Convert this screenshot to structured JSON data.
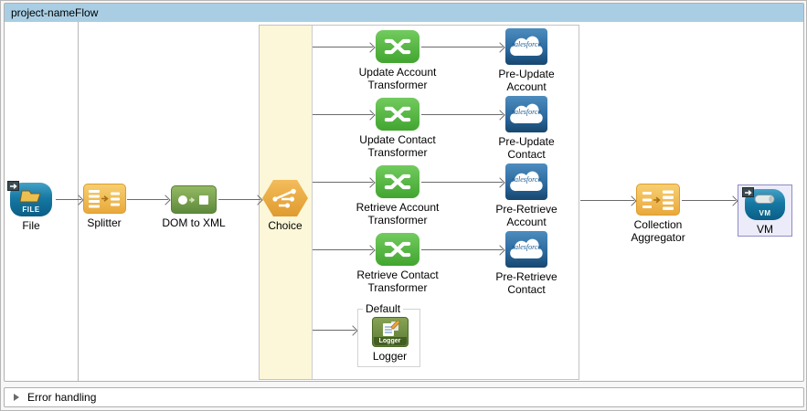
{
  "header": {
    "title": "project-nameFlow"
  },
  "error_handling": {
    "label": "Error handling"
  },
  "nodes": {
    "file": "File",
    "splitter": "Splitter",
    "dom_to_xml": "DOM to XML",
    "choice": "Choice",
    "collection_aggregator": "Collection Aggregator",
    "vm": "VM"
  },
  "branches": [
    {
      "transformer_label": "Update Account Transformer",
      "endpoint_label": "Pre-Update Account"
    },
    {
      "transformer_label": "Update Contact Transformer",
      "endpoint_label": "Pre-Update Contact"
    },
    {
      "transformer_label": "Retrieve Account Transformer",
      "endpoint_label": "Pre-Retrieve Account"
    },
    {
      "transformer_label": "Retrieve Contact Transformer",
      "endpoint_label": "Pre-Retrieve Contact"
    }
  ],
  "default_branch": {
    "label": "Default",
    "logger_label": "Logger"
  },
  "icon_text": {
    "file": "FILE",
    "vm": "VM",
    "salesforce": "salesforce",
    "logger": "Logger"
  },
  "colors": {
    "header_bg": "#A9CEE3",
    "choice_scope_bg": "#FBF7D8",
    "transformer_green": "#52B53E",
    "salesforce_blue": "#2D6BA0",
    "connector_orange": "#EDAD41",
    "file_vm_teal": "#12719B",
    "logger_olive": "#6E8C42",
    "selection_bg": "#ECEBF9",
    "selection_border": "#8F8CC4",
    "arrow_gray": "#6B6B6B"
  }
}
